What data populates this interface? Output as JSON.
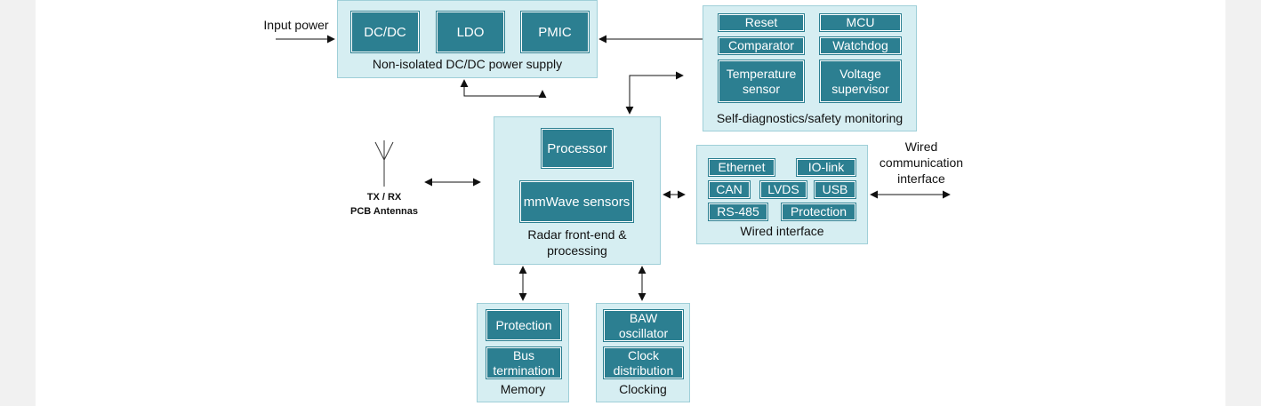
{
  "power_supply": {
    "label": "Non-isolated DC/DC power supply",
    "blocks": [
      "DC/DC",
      "LDO",
      "PMIC"
    ],
    "input_label": "Input power"
  },
  "safety": {
    "label": "Self-diagnostics/safety monitoring",
    "blocks": [
      "Reset",
      "MCU",
      "Comparator",
      "Watchdog",
      "Temperature sensor",
      "Voltage supervisor"
    ]
  },
  "radar": {
    "label": "Radar front-end & processing",
    "blocks": [
      "Processor",
      "mmWave sensors"
    ]
  },
  "antenna": {
    "line1": "TX / RX",
    "line2": "PCB Antennas"
  },
  "wired": {
    "label": "Wired interface",
    "blocks": [
      "Ethernet",
      "IO-link",
      "CAN",
      "LVDS",
      "USB",
      "RS-485",
      "Protection"
    ],
    "external_label": "Wired communication interface"
  },
  "memory": {
    "label": "Memory",
    "blocks": [
      "Protection",
      "Bus termination"
    ]
  },
  "clocking": {
    "label": "Clocking",
    "blocks": [
      "BAW oscillator",
      "Clock distribution"
    ]
  },
  "colors": {
    "group_fill": "#d6eef2",
    "group_border": "#9fcfd8",
    "block_fill": "#2c7f91",
    "block_text": "#ffffff"
  }
}
